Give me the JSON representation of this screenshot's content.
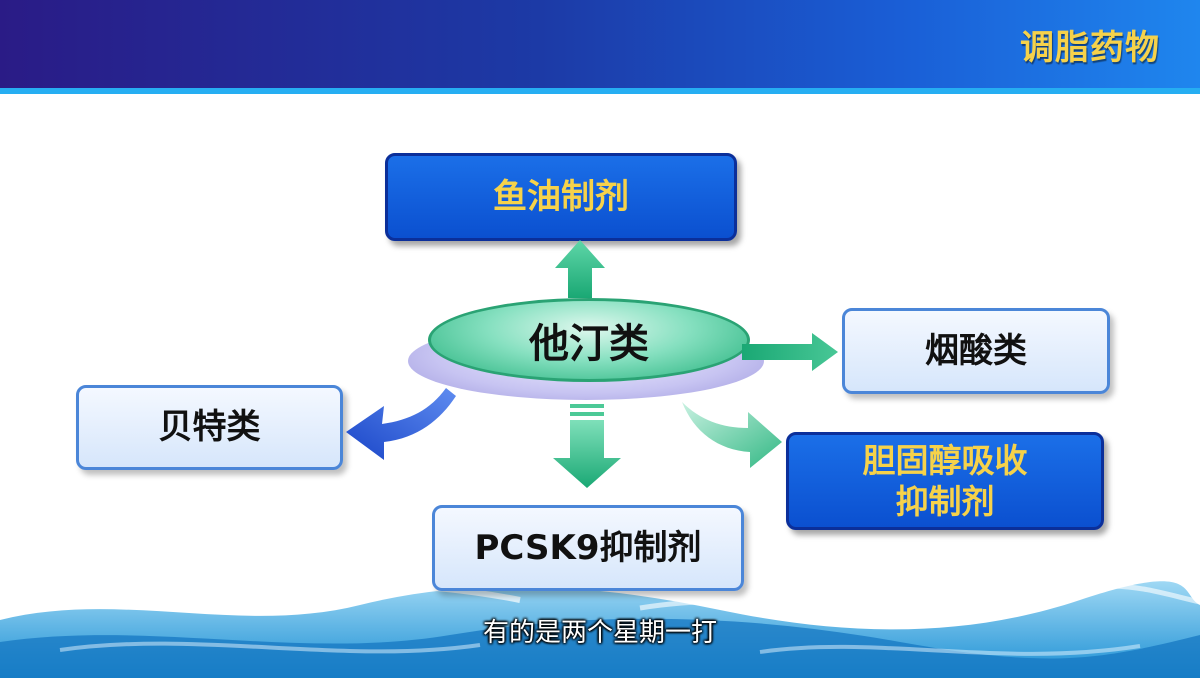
{
  "header": {
    "title": "调脂药物"
  },
  "diagram": {
    "center": "他汀类",
    "top": "鱼油制剂",
    "right": "烟酸类",
    "left": "贝特类",
    "bottom_right_line1": "胆固醇吸收",
    "bottom_right_line2": "抑制剂",
    "bottom": "PCSK9抑制剂"
  },
  "subtitle": "有的是两个星期一打",
  "colors": {
    "header_dark": "#2a1b86",
    "header_light": "#1f86ee",
    "accent_yellow": "#f6d24a",
    "box_blue": "#0b50d0",
    "box_light": "#d6e6fb",
    "arrow_green": "#22b07a",
    "arrow_blue": "#2b56d8"
  }
}
